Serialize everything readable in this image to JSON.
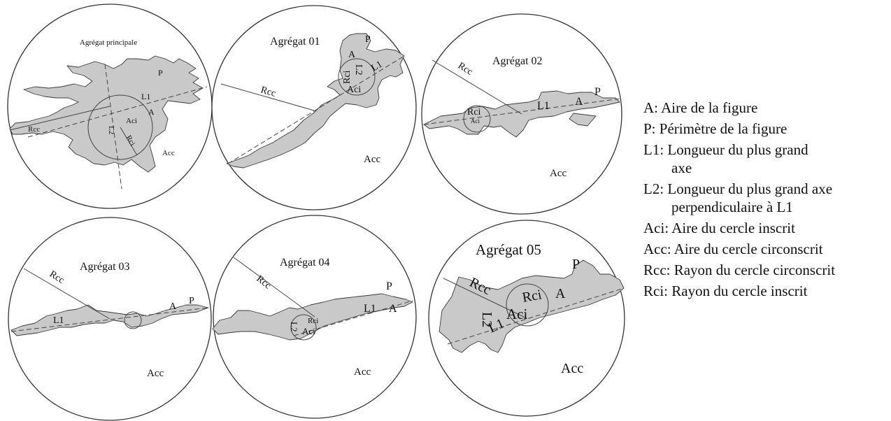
{
  "panels": [
    {
      "title": "Agrégat principale",
      "labels": {
        "p": "P",
        "l1": "L1",
        "a": "A",
        "aci": "Aci",
        "l2": "L2",
        "rci": "Rci",
        "rcc": "Rcc",
        "acc": "Acc"
      }
    },
    {
      "title": "Agrégat 01",
      "labels": {
        "p": "P",
        "a": "A",
        "l2": "L2",
        "l1": "L1",
        "rci": "Rci",
        "aci": "Aci",
        "rcc": "Rcc",
        "acc": "Acc"
      }
    },
    {
      "title": "Agrégat 02",
      "labels": {
        "rcc": "Rcc",
        "rci": "Rci",
        "aci": "Aci",
        "l1": "L1",
        "a": "A",
        "p": "P",
        "acc": "Acc"
      }
    },
    {
      "title": "Agrégat 03",
      "labels": {
        "rcc": "Rcc",
        "l1": "L1",
        "a": "A",
        "p": "P",
        "acc": "Acc"
      }
    },
    {
      "title": "Agrégat 04",
      "labels": {
        "rcc": "Rcc",
        "l2": "L2",
        "rci": "Rci",
        "aci": "Aci",
        "l1": "L1",
        "a": "A",
        "p": "P",
        "acc": "Acc"
      }
    },
    {
      "title": "Agrégat 05",
      "labels": {
        "rcc": "Rcc",
        "l2": "L2",
        "l1": "L1",
        "aci": "Aci",
        "rci": "Rci",
        "a": "A",
        "p": "P",
        "acc": "Acc"
      }
    }
  ],
  "legend": [
    {
      "text": "A: Aire de la figure",
      "cont": ""
    },
    {
      "text": "P: Périmètre de la figure",
      "cont": ""
    },
    {
      "text": "L1: Longueur du plus grand",
      "cont": "axe"
    },
    {
      "text": "L2: Longueur du plus grand axe",
      "cont": "perpendiculaire à L1"
    },
    {
      "text": "Aci: Aire du cercle inscrit",
      "cont": ""
    },
    {
      "text": "Acc: Aire du cercle circonscrit",
      "cont": ""
    },
    {
      "text": "Rcc: Rayon du cercle circonscrit",
      "cont": ""
    },
    {
      "text": "Rci: Rayon du cercle inscrit",
      "cont": ""
    }
  ],
  "colors": {
    "shape_fill": "#c9c9c9",
    "outline": "#333333",
    "background": "#ffffff"
  }
}
